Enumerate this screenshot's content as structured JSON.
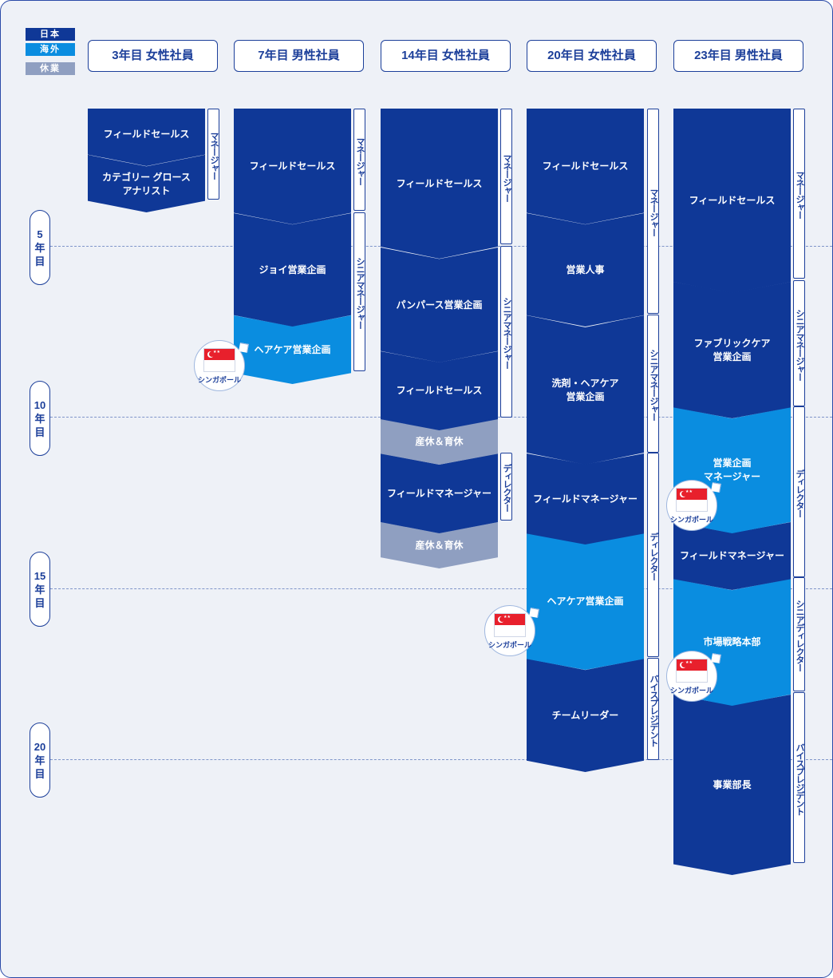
{
  "legend": {
    "japan": {
      "label": "日本",
      "color": "#0f3897"
    },
    "overseas": {
      "label": "海外",
      "color": "#0a8de0"
    },
    "leave": {
      "label": "休業",
      "color": "#8f9fc1"
    }
  },
  "years": {
    "y5": {
      "num": "5",
      "c1": "年",
      "c2": "目"
    },
    "y10": {
      "num": "10",
      "c1": "年",
      "c2": "目"
    },
    "y15": {
      "num": "15",
      "c1": "年",
      "c2": "目"
    },
    "y20": {
      "num": "20",
      "c1": "年",
      "c2": "目"
    }
  },
  "singapore_label": "シンガポール",
  "columns": [
    {
      "header": "3年目 女性社員",
      "segments": [
        {
          "label": "フィールドセールス"
        },
        {
          "label": "カテゴリー グロース\nアナリスト"
        }
      ],
      "roles": [
        "マネージャー"
      ]
    },
    {
      "header": "7年目 男性社員",
      "segments": [
        {
          "label": "フィールドセールス"
        },
        {
          "label": "ジョイ営業企画"
        },
        {
          "label": "ヘアケア営業企画"
        }
      ],
      "roles": [
        "マネージャー",
        "シニアマネージャー"
      ]
    },
    {
      "header": "14年目 女性社員",
      "segments": [
        {
          "label": "フィールドセールス"
        },
        {
          "label": "パンパース営業企画"
        },
        {
          "label": "フィールドセールス"
        },
        {
          "label": "産休＆育休"
        },
        {
          "label": "フィールドマネージャー"
        },
        {
          "label": "産休＆育休"
        }
      ],
      "roles": [
        "マネージャー",
        "シニアマネージャー",
        "ディレクター"
      ]
    },
    {
      "header": "20年目 女性社員",
      "segments": [
        {
          "label": "フィールドセールス"
        },
        {
          "label": "営業人事"
        },
        {
          "label": "洗剤・ヘアケア\n営業企画"
        },
        {
          "label": "フィールドマネージャー"
        },
        {
          "label": "ヘアケア営業企画"
        },
        {
          "label": "チームリーダー"
        }
      ],
      "roles": [
        "マネージャー",
        "シニアマネージャー",
        "ディレクター",
        "バイスプレジデント"
      ]
    },
    {
      "header": "23年目 男性社員",
      "segments": [
        {
          "label": "フィールドセールス"
        },
        {
          "label": "ファブリックケア\n営業企画"
        },
        {
          "label": "営業企画\nマネージャー"
        },
        {
          "label": "フィールドマネージャー"
        },
        {
          "label": "市場戦略本部"
        },
        {
          "label": "事業部長"
        }
      ],
      "roles": [
        "マネージャー",
        "シニアマネージャー",
        "ディレクター",
        "シニアディレクター",
        "バイスプレジデント"
      ]
    }
  ]
}
